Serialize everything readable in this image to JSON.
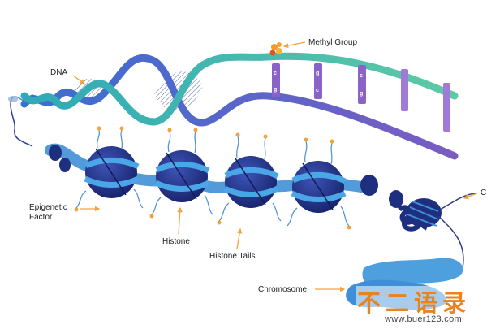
{
  "labels": {
    "dna": "DNA",
    "methyl_group": "Methyl Group",
    "epigenetic_factor_line1": "Epigenetic",
    "epigenetic_factor_line2": "Factor",
    "histone": "Histone",
    "histone_tails": "Histone Tails",
    "chromosome": "Chromosome",
    "chromatin_cut": "C"
  },
  "base_pairs": [
    {
      "top": "c",
      "bottom": "g"
    },
    {
      "top": "g",
      "bottom": "c"
    },
    {
      "top": "c",
      "bottom": "g"
    }
  ],
  "watermark": {
    "chars": [
      "不",
      "二",
      "语",
      "录"
    ],
    "url": "www.buer123.com"
  },
  "colors": {
    "strand_teal": "#39b7b0",
    "strand_purple": "#7a5cc2",
    "nucleosome_navy": "#1f2f80",
    "dna_wrap_blue": "#3f8fd6",
    "arrow_orange": "#f2a33a",
    "chromosome_blue": "#4e9fdd",
    "watermark_orange": "#e8841f"
  }
}
